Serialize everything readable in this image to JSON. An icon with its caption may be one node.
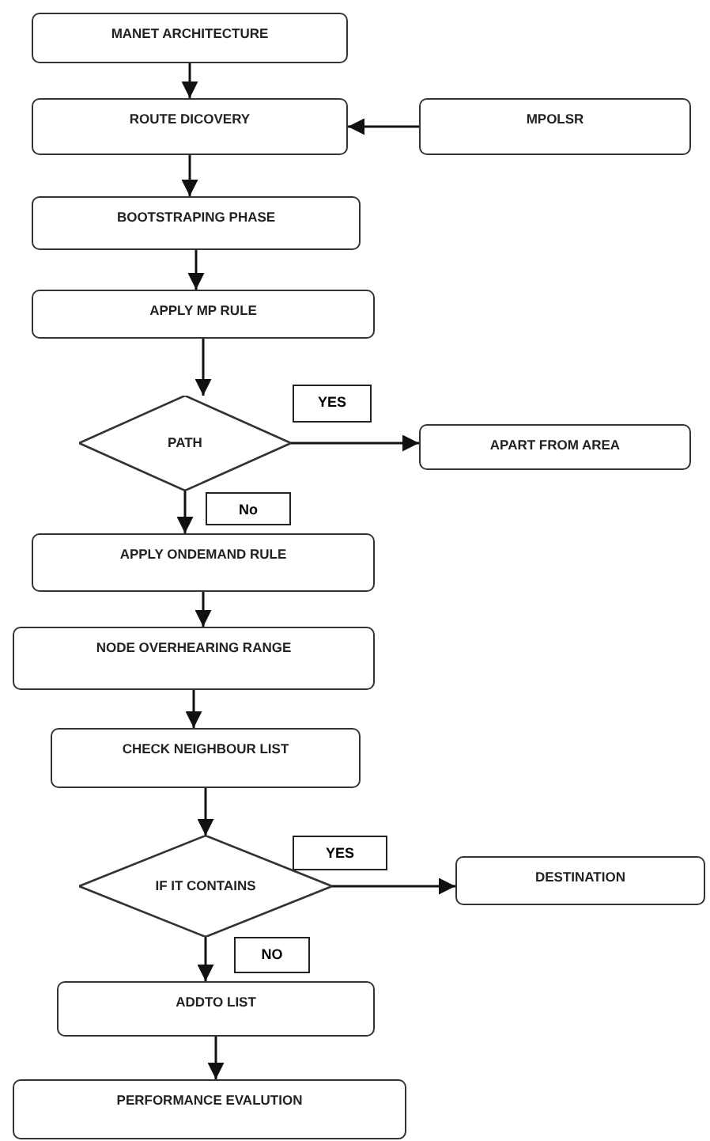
{
  "diagram": {
    "nodes": [
      {
        "text": [
          "MANET ARCHITECTURE"
        ]
      },
      {
        "text": [
          "ROUTE DICOVERY"
        ]
      },
      {
        "text": [
          "MPOLSR"
        ]
      },
      {
        "text": [
          "BOOTSTRAPING PHASE"
        ]
      },
      {
        "text": [
          "APPLY MP RULE"
        ]
      },
      {
        "text": [
          "PATH"
        ]
      },
      {
        "text": [
          "APART FROM AREA"
        ]
      },
      {
        "text": [
          "APPLY ONDEMAND RULE"
        ]
      },
      {
        "text": [
          "NODE OVERHEARING RANGE"
        ]
      },
      {
        "text": [
          "CHECK NEIGHBOUR LIST"
        ]
      },
      {
        "text": [
          "IF IT CONTAINS"
        ]
      },
      {
        "text": [
          "DESTINATION"
        ]
      },
      {
        "text": [
          "ADDTO LIST"
        ]
      },
      {
        "text": [
          "PERFORMANCE EVALUTION"
        ]
      }
    ],
    "edges": [
      {
        "from": 0,
        "to": 1,
        "arrow": "to"
      },
      {
        "from": 2,
        "to": 1,
        "arrow": "to"
      },
      {
        "from": 1,
        "to": 3,
        "arrow": "to"
      },
      {
        "from": 3,
        "to": 4,
        "arrow": "to"
      },
      {
        "from": 4,
        "to": 5,
        "arrow": "to"
      },
      {
        "from": 5,
        "to": 6,
        "arrow": "to",
        "label": "YES"
      },
      {
        "from": 5,
        "to": 7,
        "arrow": "to",
        "label": "No"
      },
      {
        "from": 7,
        "to": 8,
        "arrow": "to"
      },
      {
        "from": 8,
        "to": 9,
        "arrow": "to"
      },
      {
        "from": 9,
        "to": 10,
        "arrow": "to"
      },
      {
        "from": 10,
        "to": 11,
        "arrow": "to",
        "label": "YES"
      },
      {
        "from": 10,
        "to": 12,
        "arrow": "to",
        "label": "NO"
      },
      {
        "from": 12,
        "to": 13,
        "arrow": "to"
      }
    ]
  }
}
